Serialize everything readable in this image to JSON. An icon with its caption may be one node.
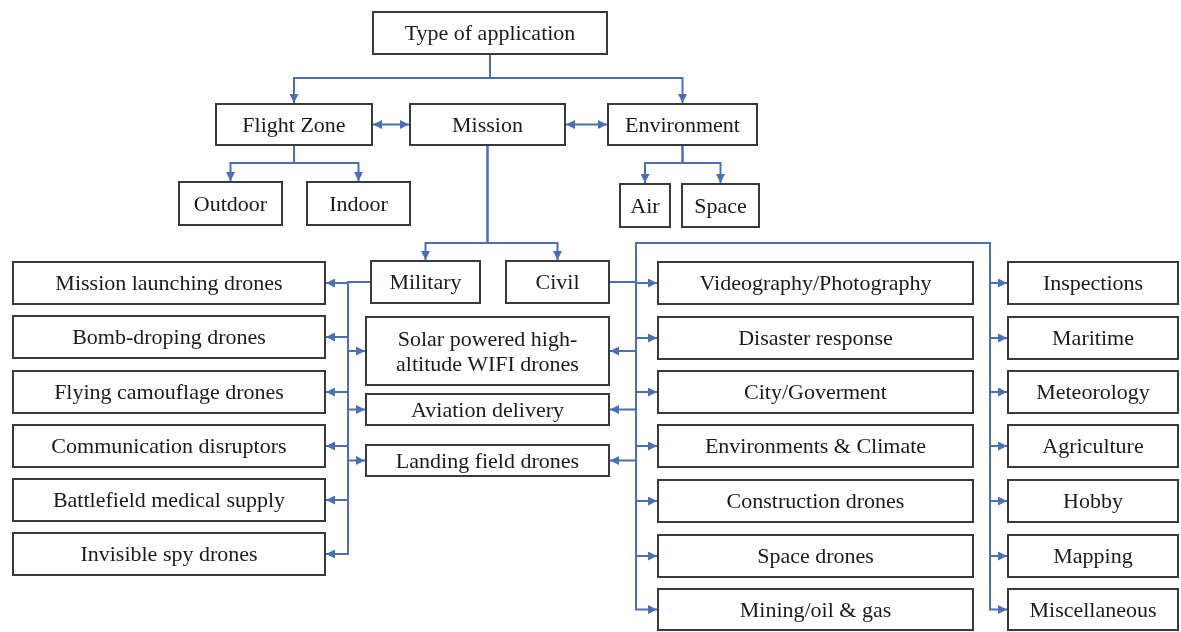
{
  "diagram": {
    "nodes": [
      {
        "text": [
          "Type of application"
        ]
      },
      {
        "text": [
          "Flight Zone"
        ]
      },
      {
        "text": [
          "Mission"
        ]
      },
      {
        "text": [
          "Environment"
        ]
      },
      {
        "text": [
          "Outdoor"
        ]
      },
      {
        "text": [
          "Indoor"
        ]
      },
      {
        "text": [
          "Air"
        ]
      },
      {
        "text": [
          "Space"
        ]
      },
      {
        "text": [
          "Military"
        ]
      },
      {
        "text": [
          "Civil"
        ]
      },
      {
        "text": [
          "Mission launching drones"
        ]
      },
      {
        "text": [
          "Bomb-droping drones"
        ]
      },
      {
        "text": [
          "Flying camouflage drones"
        ]
      },
      {
        "text": [
          "Communication disruptors"
        ]
      },
      {
        "text": [
          "Battlefield medical supply"
        ]
      },
      {
        "text": [
          "Invisible spy drones"
        ]
      },
      {
        "text": [
          "Solar powered high-altitude WIFI drones"
        ]
      },
      {
        "text": [
          "Aviation delivery"
        ]
      },
      {
        "text": [
          "Landing field drones"
        ]
      },
      {
        "text": [
          "Videography/Photography"
        ]
      },
      {
        "text": [
          "Disaster response"
        ]
      },
      {
        "text": [
          "City/Goverment"
        ]
      },
      {
        "text": [
          "Environments & Climate"
        ]
      },
      {
        "text": [
          "Construction drones"
        ]
      },
      {
        "text": [
          "Space drones"
        ]
      },
      {
        "text": [
          "Mining/oil & gas"
        ]
      },
      {
        "text": [
          "Inspections"
        ]
      },
      {
        "text": [
          "Maritime"
        ]
      },
      {
        "text": [
          "Meteorology"
        ]
      },
      {
        "text": [
          "Agriculture"
        ]
      },
      {
        "text": [
          "Hobby"
        ]
      },
      {
        "text": [
          "Mapping"
        ]
      },
      {
        "text": [
          "Miscellaneous"
        ]
      }
    ],
    "edges": [
      {
        "from": 0,
        "to": 1,
        "arrow": "to"
      },
      {
        "from": 0,
        "to": 3,
        "arrow": "to"
      },
      {
        "from": 1,
        "to": 2,
        "arrow": "both"
      },
      {
        "from": 2,
        "to": 3,
        "arrow": "both"
      },
      {
        "from": 1,
        "to": 4,
        "arrow": "to"
      },
      {
        "from": 1,
        "to": 5,
        "arrow": "to"
      },
      {
        "from": 3,
        "to": 6,
        "arrow": "to"
      },
      {
        "from": 3,
        "to": 7,
        "arrow": "to"
      },
      {
        "from": 2,
        "to": 8,
        "arrow": "to"
      },
      {
        "from": 2,
        "to": 9,
        "arrow": "to"
      },
      {
        "from": 8,
        "to": 10,
        "arrow": "to"
      },
      {
        "from": 8,
        "to": 11,
        "arrow": "to"
      },
      {
        "from": 8,
        "to": 12,
        "arrow": "to"
      },
      {
        "from": 8,
        "to": 13,
        "arrow": "to"
      },
      {
        "from": 8,
        "to": 14,
        "arrow": "to"
      },
      {
        "from": 8,
        "to": 15,
        "arrow": "to"
      },
      {
        "from": 8,
        "to": 16,
        "arrow": "to"
      },
      {
        "from": 8,
        "to": 17,
        "arrow": "to"
      },
      {
        "from": 8,
        "to": 18,
        "arrow": "to"
      },
      {
        "from": 9,
        "to": 16,
        "arrow": "to"
      },
      {
        "from": 9,
        "to": 17,
        "arrow": "to"
      },
      {
        "from": 9,
        "to": 18,
        "arrow": "to"
      },
      {
        "from": 9,
        "to": 19,
        "arrow": "to"
      },
      {
        "from": 9,
        "to": 20,
        "arrow": "to"
      },
      {
        "from": 9,
        "to": 21,
        "arrow": "to"
      },
      {
        "from": 9,
        "to": 22,
        "arrow": "to"
      },
      {
        "from": 9,
        "to": 23,
        "arrow": "to"
      },
      {
        "from": 9,
        "to": 24,
        "arrow": "to"
      },
      {
        "from": 9,
        "to": 25,
        "arrow": "to"
      },
      {
        "from": 9,
        "to": 26,
        "arrow": "to"
      },
      {
        "from": 9,
        "to": 27,
        "arrow": "to"
      },
      {
        "from": 9,
        "to": 28,
        "arrow": "to"
      },
      {
        "from": 9,
        "to": 29,
        "arrow": "to"
      },
      {
        "from": 9,
        "to": 30,
        "arrow": "to"
      },
      {
        "from": 9,
        "to": 31,
        "arrow": "to"
      },
      {
        "from": 9,
        "to": 32,
        "arrow": "to"
      }
    ]
  }
}
